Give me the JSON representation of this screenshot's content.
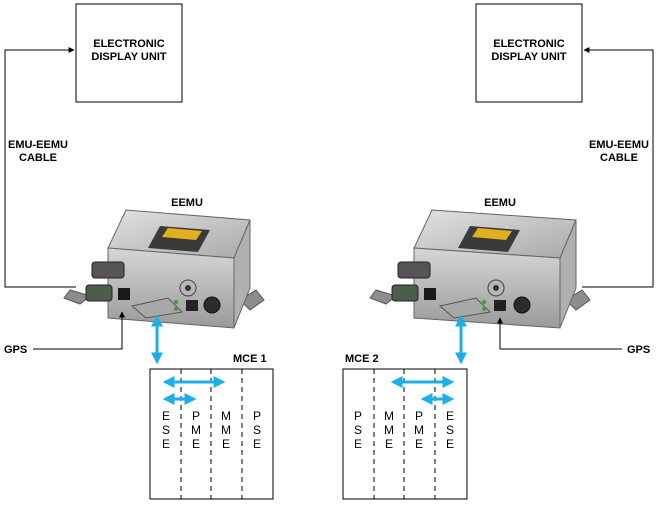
{
  "colors": {
    "link_arrow": "#1ab0e8",
    "eemu_body": "#c9c9c9",
    "line": "#000000"
  },
  "left": {
    "display_unit": {
      "line1": "ELECTRONIC",
      "line2": "DISPLAY UNIT"
    },
    "cable_label": {
      "line1": "EMU-EEMU",
      "line2": "CABLE"
    },
    "eemu_label": "EEMU",
    "gps_label": "GPS",
    "mce": {
      "title": "MCE 1",
      "columns": [
        {
          "letters": [
            "E",
            "S",
            "E"
          ]
        },
        {
          "letters": [
            "P",
            "M",
            "E"
          ]
        },
        {
          "letters": [
            "M",
            "M",
            "E"
          ]
        },
        {
          "letters": [
            "P",
            "S",
            "E"
          ]
        }
      ]
    }
  },
  "right": {
    "display_unit": {
      "line1": "ELECTRONIC",
      "line2": "DISPLAY UNIT"
    },
    "cable_label": {
      "line1": "EMU-EEMU",
      "line2": "CABLE"
    },
    "eemu_label": "EEMU",
    "gps_label": "GPS",
    "mce": {
      "title": "MCE 2",
      "columns": [
        {
          "letters": [
            "P",
            "S",
            "E"
          ]
        },
        {
          "letters": [
            "M",
            "M",
            "E"
          ]
        },
        {
          "letters": [
            "P",
            "M",
            "E"
          ]
        },
        {
          "letters": [
            "E",
            "S",
            "E"
          ]
        }
      ]
    }
  }
}
